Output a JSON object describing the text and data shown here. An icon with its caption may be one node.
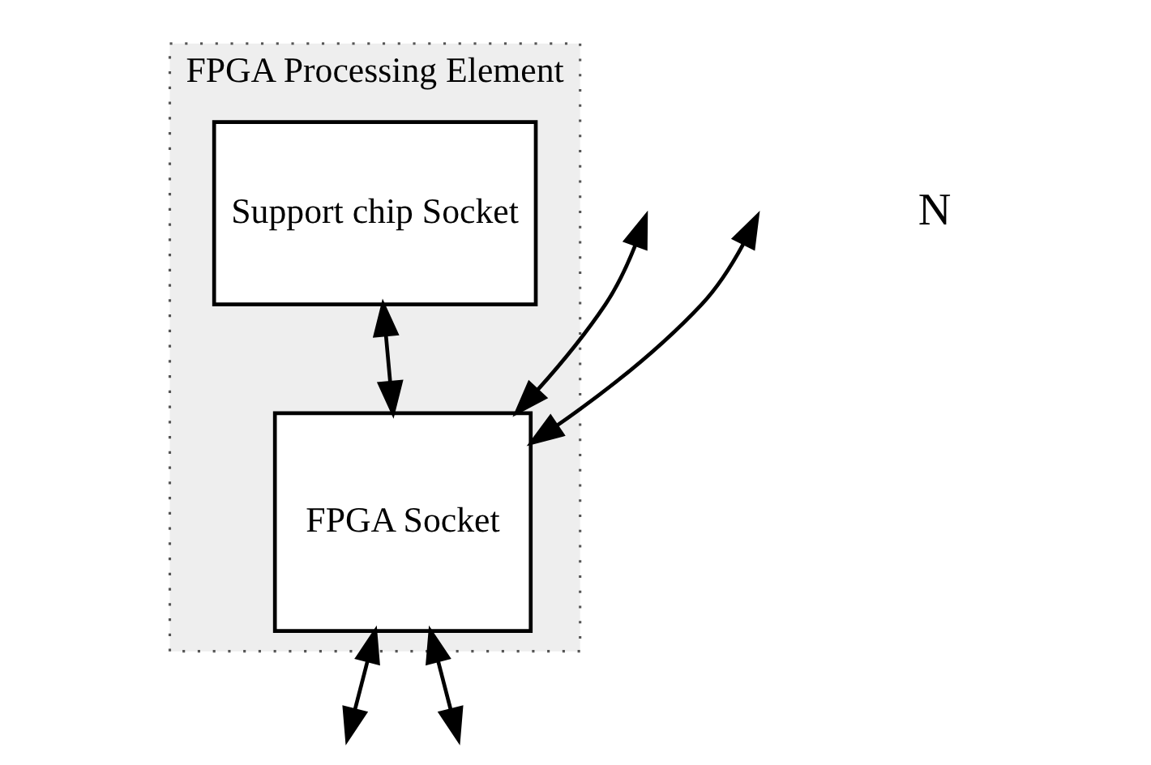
{
  "diagram": {
    "nodes": [
      {
        "text": [
          "FPGA Processing Element"
        ]
      },
      {
        "text": [
          "FPGA Socket"
        ],
        "in": 0
      },
      {
        "text": [
          "Support chip Socket"
        ],
        "in": 0
      }
    ],
    "edges": [
      {
        "from": null,
        "to": 1,
        "arrow": "both"
      },
      {
        "from": 2,
        "to": 1,
        "arrow": "both"
      },
      {
        "from": null,
        "to": 1,
        "arrow": "both"
      },
      {
        "from": 1,
        "to": null,
        "arrow": "both"
      },
      {
        "from": 1,
        "to": null,
        "arrow": "both"
      }
    ],
    "labels": [
      "N"
    ]
  }
}
